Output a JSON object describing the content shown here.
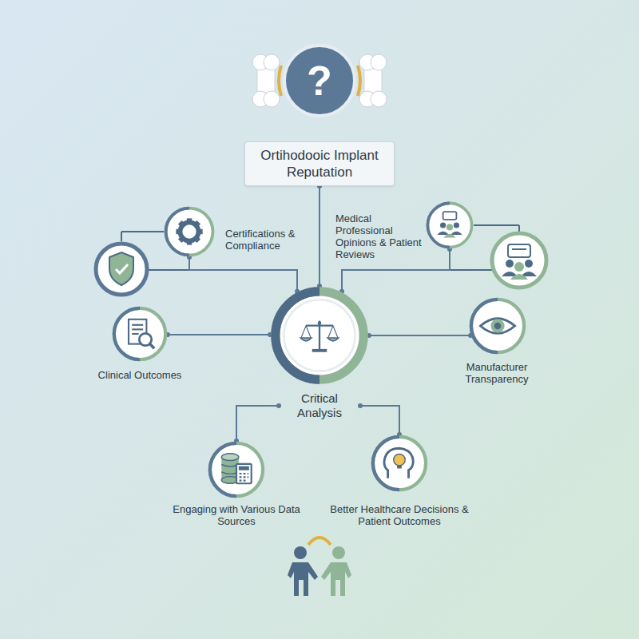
{
  "diagram": {
    "nodes": [
      {
        "text": [
          "Ortihodooic Implant Reputation"
        ]
      },
      {
        "text": [
          "Certifications & Compliance"
        ]
      },
      {
        "text": [
          "Medical Professional Opinions & Patient Reviews"
        ]
      },
      {
        "text": [
          "Clinical Outcomes"
        ]
      },
      {
        "text": [
          "Critical Analysis"
        ]
      },
      {
        "text": [
          "Manufacturer Transparency"
        ]
      },
      {
        "text": [
          "Engaging with Various Data Sources"
        ]
      },
      {
        "text": [
          "Better Healthcare Decisions & Patient Outcomes"
        ]
      }
    ],
    "edges": [
      {
        "from": 0,
        "to": 4,
        "arrow": "none"
      },
      {
        "from": 1,
        "to": 4,
        "arrow": "none"
      },
      {
        "from": 2,
        "to": 4,
        "arrow": "none"
      },
      {
        "from": 3,
        "to": 4,
        "arrow": "none"
      },
      {
        "from": 4,
        "to": 5,
        "arrow": "none"
      },
      {
        "from": 4,
        "to": 6,
        "arrow": "none"
      },
      {
        "from": 4,
        "to": 7,
        "arrow": "none"
      }
    ],
    "labels": [
      "?"
    ]
  }
}
